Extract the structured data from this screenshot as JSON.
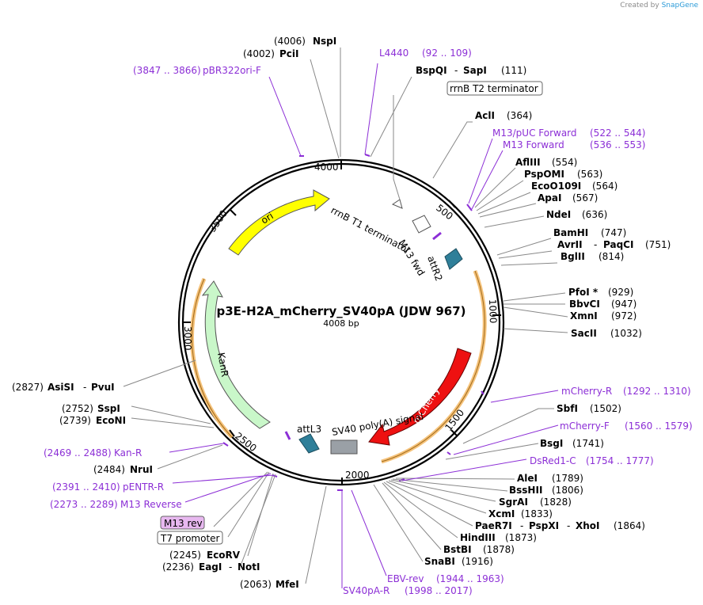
{
  "watermark": {
    "prefix": "Created by",
    "brand": "SnapGene"
  },
  "plasmid": {
    "name": "p3E-H2A_mCherry_SV40pA (JDW 967)",
    "length": "4008 bp"
  },
  "ruler": [
    "500",
    "1000",
    "1500",
    "2000",
    "2500",
    "3000",
    "3500",
    "4000"
  ],
  "boxed_labels": {
    "rrnb_t2": "rrnB T2 terminator",
    "m13_rev": "M13 rev",
    "t7": "T7 promoter"
  },
  "features": {
    "ori": "ori",
    "kanr": "KanR",
    "rrnb_t1": "rrnB T1 terminator",
    "m13fwd": "M13 fwd",
    "attr2": "attR2",
    "attl3": "attL3",
    "sv40": "SV40 poly(A) signal",
    "mcherry": "mCherry"
  },
  "sites": {
    "nspi": {
      "pos": "(4006)",
      "name": "NspI"
    },
    "pcii": {
      "pos": "(4002)",
      "name": "PciI"
    },
    "bspqi": {
      "name": "BspQI",
      "sep": "-",
      "name2": "SapI",
      "pos": "(111)"
    },
    "acli": {
      "name": "AclI",
      "pos": "(364)"
    },
    "aflii": {
      "name": "AflIII",
      "pos": "(554)"
    },
    "pspomi": {
      "name": "PspOMI",
      "pos": "(563)"
    },
    "ecoo109i": {
      "name": "EcoO109I",
      "pos": "(564)"
    },
    "apai": {
      "name": "ApaI",
      "pos": "(567)"
    },
    "ndei": {
      "name": "NdeI",
      "pos": "(636)"
    },
    "bamhi": {
      "name": "BamHI",
      "pos": "(747)"
    },
    "avrii": {
      "name": "AvrII",
      "sep": "-",
      "name2": "PaqCI",
      "pos": "(751)"
    },
    "bglii": {
      "name": "BglII",
      "pos": "(814)"
    },
    "pfoi": {
      "name": "PfoI *",
      "pos": "(929)"
    },
    "bbvci": {
      "name": "BbvCI",
      "pos": "(947)"
    },
    "xmni": {
      "name": "XmnI",
      "pos": "(972)"
    },
    "sacii": {
      "name": "SacII",
      "pos": "(1032)"
    },
    "sbfi": {
      "name": "SbfI",
      "pos": "(1502)"
    },
    "bsgi": {
      "name": "BsgI",
      "pos": "(1741)"
    },
    "alei": {
      "name": "AleI",
      "pos": "(1789)"
    },
    "bsshii": {
      "name": "BssHII",
      "pos": "(1806)"
    },
    "sgrai": {
      "name": "SgrAI",
      "pos": "(1828)"
    },
    "xcmi": {
      "name": "XcmI",
      "pos": "(1833)"
    },
    "paer7i": {
      "name": "PaeR7I",
      "sep": "-",
      "name2": "PspXI",
      "sep2": "-",
      "name3": "XhoI",
      "pos": "(1864)"
    },
    "hindiii": {
      "name": "HindIII",
      "pos": "(1873)"
    },
    "bstbi": {
      "name": "BstBI",
      "pos": "(1878)"
    },
    "snabi": {
      "name": "SnaBI",
      "pos": "(1916)"
    },
    "mfei": {
      "pos": "(2063)",
      "name": "MfeI"
    },
    "ecorv": {
      "pos": "(2245)",
      "name": "EcoRV"
    },
    "eagi": {
      "pos": "(2236)",
      "name": "EagI",
      "sep": "-",
      "name2": "NotI"
    },
    "nrui": {
      "pos": "(2484)",
      "name": "NruI"
    },
    "sspi": {
      "pos": "(2752)",
      "name": "SspI"
    },
    "econi": {
      "pos": "(2739)",
      "name": "EcoNI"
    },
    "asisi": {
      "pos": "(2827)",
      "name": "AsiSI",
      "sep": "-",
      "name2": "PvuI"
    }
  },
  "primers": {
    "pbr322": {
      "range": "(3847 .. 3866)",
      "name": "pBR322ori-F"
    },
    "l4440": {
      "name": "L4440",
      "range": "(92 .. 109)"
    },
    "m13puc": {
      "name": "M13/pUC Forward",
      "range": "(522 .. 544)"
    },
    "m13f": {
      "name": "M13 Forward",
      "range": "(536 .. 553)"
    },
    "mcherryr": {
      "name": "mCherry-R",
      "range": "(1292 .. 1310)"
    },
    "mcherryf": {
      "name": "mCherry-F",
      "range": "(1560 .. 1579)"
    },
    "dsred": {
      "name": "DsRed1-C",
      "range": "(1754 .. 1777)"
    },
    "ebv": {
      "name": "EBV-rev",
      "range": "(1944 .. 1963)"
    },
    "sv40par": {
      "name": "SV40pA-R",
      "range": "(1998 .. 2017)"
    },
    "kanr": {
      "range": "(2469 .. 2488)",
      "name": "Kan-R"
    },
    "pentr": {
      "range": "(2391 .. 2410)",
      "name": "pENTR-R"
    },
    "m13r": {
      "range": "(2273 .. 2289)",
      "name": "M13 Reverse"
    }
  },
  "colors": {
    "ori": "#ffff00",
    "kanr": "#c9f7c9",
    "mcherry": "#ee1111",
    "att": "#2f7f99",
    "primer": "#8c2fd6",
    "orf": "#f5c27a",
    "sv40": "#9aa0a6"
  }
}
